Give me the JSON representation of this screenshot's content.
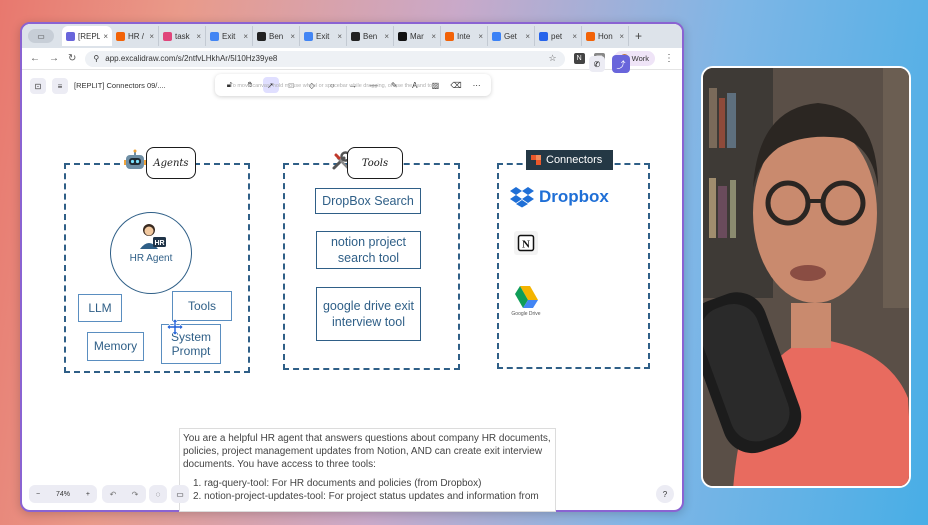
{
  "colors": {
    "frame_border": "#8a63d2",
    "diagram_blue": "#2f5f87",
    "share_purple": "#6965db",
    "connectors_bg": "#243845",
    "dropbox_blue": "#1f6fd6"
  },
  "browser": {
    "tabs": [
      {
        "label": "[REPLIT",
        "icon": "excalidraw-icon",
        "color": "#6965db",
        "active": true
      },
      {
        "label": "HR /",
        "icon": "replit-icon",
        "color": "#f26207"
      },
      {
        "label": "task",
        "icon": "pinwheel-icon",
        "color": "#e0457b"
      },
      {
        "label": "Exit",
        "icon": "docs-icon",
        "color": "#4285f4"
      },
      {
        "label": "Ben",
        "icon": "notion-icon",
        "color": "#222222"
      },
      {
        "label": "Exit",
        "icon": "docs-icon",
        "color": "#4285f4"
      },
      {
        "label": "Ben",
        "icon": "notion-icon",
        "color": "#222222"
      },
      {
        "label": "Mar",
        "icon": "github-icon",
        "color": "#111111"
      },
      {
        "label": "Inte",
        "icon": "replit-icon",
        "color": "#f26207"
      },
      {
        "label": "Get",
        "icon": "app-icon",
        "color": "#3b82f6"
      },
      {
        "label": "pet",
        "icon": "app-icon",
        "color": "#2563eb"
      },
      {
        "label": "Hon",
        "icon": "replit-icon",
        "color": "#f26207"
      }
    ],
    "tab_close": "×",
    "new_tab": "+",
    "url": "app.excalidraw.com/s/2ntfvLHkhAr/5I10Hz39ye8",
    "profile_label": "Work"
  },
  "app": {
    "doc_title": "[REPLIT] Connectors 09/....",
    "hint": "To move canvas, hold mouse wheel or spacebar while dragging, or use the hand tool",
    "zoom": "74%",
    "zoom_minus": "−",
    "zoom_plus": "+"
  },
  "diagram": {
    "agents_title": "Agents",
    "tools_title": "Tools",
    "connectors_title": "Connectors",
    "hr_agent": "HR Agent",
    "hr_badge": "HR",
    "llm": "LLM",
    "tools_small": "Tools",
    "memory": "Memory",
    "system_prompt": "System Prompt",
    "dropbox_search": "DropBox Search",
    "notion_tool": "notion project search tool",
    "gdrive_tool": "google drive exit interview tool",
    "dropbox_brand": "Dropbox",
    "notion_letter": "N",
    "gdrive_caption": "Google Drive"
  },
  "prompt": {
    "text": "You are a helpful HR agent that answers questions about company HR documents, policies, project management updates from Notion, AND can create exit interview documents. You have access to three tools:",
    "items": [
      "1. rag-query-tool: For HR documents and policies (from Dropbox)",
      "2. notion-project-updates-tool: For project status updates and information from"
    ]
  }
}
